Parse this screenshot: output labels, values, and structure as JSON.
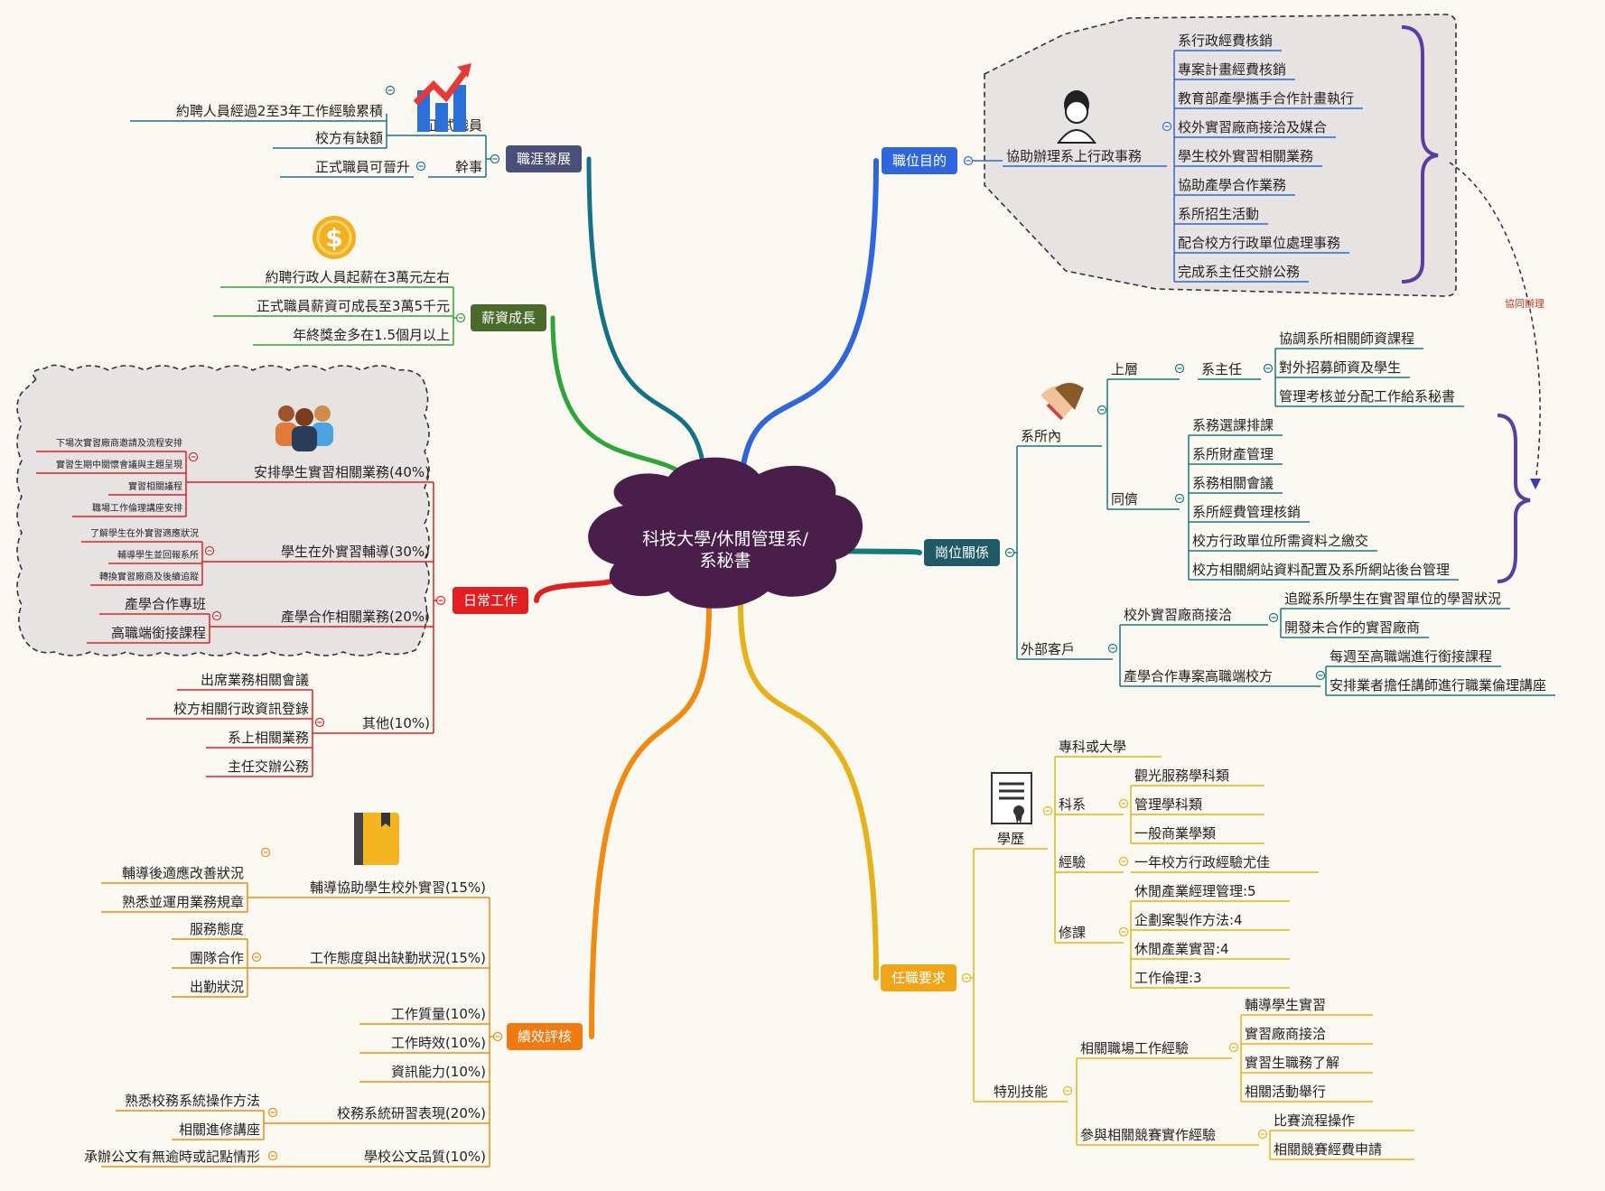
{
  "center": "科技大學/休閒管理系/\n系秘書",
  "colors": {
    "career": "#147287",
    "salary": "#2fa43a",
    "daily": "#e02020",
    "eval": "#ef8a12",
    "purpose": "#2f66dd",
    "relation": "#147a7a",
    "require": "#e6b21a",
    "center_fill": "#4a1e4a"
  },
  "branches": {
    "career": {
      "label": "職涯發展",
      "children": {
        "zhengshi": "正式職員",
        "zhengshi_items": [
          "約聘人員經過2至3年工作經驗累積",
          "校方有缺額"
        ],
        "ganshi": "幹事",
        "ganshi_items": [
          "正式職員可晉升"
        ]
      }
    },
    "salary": {
      "label": "薪資成長",
      "items": [
        "約聘行政人員起薪在3萬元左右",
        "正式職員薪資可成長至3萬5千元",
        "年終獎金多在1.5個月以上"
      ]
    },
    "daily": {
      "label": "日常工作",
      "intern": "安排學生實習相關業務(40%)",
      "intern_items": [
        "下場次實習廠商邀請及流程安排",
        "實習生期中關懷會議與主題呈現",
        "實習相關議程",
        "職場工作倫理講座安排"
      ],
      "outside": "學生在外實習輔導(30%)",
      "outside_items": [
        "了解學生在外實習適應狀況",
        "輔導學生並回報系所",
        "轉換實習廠商及後續追蹤"
      ],
      "coop": "產學合作相關業務(20%)",
      "coop_items": [
        "產學合作專班",
        "高職端銜接課程"
      ],
      "other": "其他(10%)",
      "other_items": [
        "出席業務相關會議",
        "校方相關行政資訊登錄",
        "系上相關業務",
        "主任交辦公務"
      ]
    },
    "eval": {
      "label": "績效評核",
      "items": [
        {
          "label": "輔導協助學生校外實習(15%)",
          "sub": [
            "輔導後適應改善狀況",
            "熟悉並運用業務規章"
          ]
        },
        {
          "label": "工作態度與出缺勤狀況(15%)",
          "sub": [
            "服務態度",
            "團隊合作",
            "出勤狀況"
          ]
        },
        {
          "label": "工作質量(10%)",
          "sub": []
        },
        {
          "label": "工作時效(10%)",
          "sub": []
        },
        {
          "label": "資訊能力(10%)",
          "sub": []
        },
        {
          "label": "校務系統研習表現(20%)",
          "sub": [
            "熟悉校務系統操作方法",
            "相關進修講座"
          ]
        },
        {
          "label": "學校公文品質(10%)",
          "sub": [
            "承辦公文有無逾時或記點情形"
          ]
        }
      ]
    },
    "purpose": {
      "label": "職位目的",
      "node": "協助辦理系上行政事務",
      "items": [
        "系行政經費核銷",
        "專案計畫經費核銷",
        "教育部產學攜手合作計畫執行",
        "校外實習廠商接洽及媒合",
        "學生校外實習相關業務",
        "協助產學合作業務",
        "系所招生活動",
        "配合校方行政單位處理事務",
        "完成系主任交辦公務"
      ]
    },
    "relation": {
      "label": "崗位關係",
      "inner": "系所內",
      "upper": "上層",
      "director": "系主任",
      "director_items": [
        "協調系所相關師資課程",
        "對外招募師資及學生",
        "管理考核並分配工作給系秘書"
      ],
      "peer": "同儕",
      "peer_items": [
        "系務選課排課",
        "系所財產管理",
        "系務相關會議",
        "系所經費管理核銷",
        "校方行政單位所需資料之繳交",
        "校方相關網站資料配置及系所網站後台管理"
      ],
      "external": "外部客戶",
      "vendor": "校外實習廠商接洽",
      "vendor_items": [
        "追蹤系所學生在實習單位的學習狀況",
        "開發未合作的實習廠商"
      ],
      "hs": "產學合作專案高職端校方",
      "hs_items": [
        "每週至高職端進行銜接課程",
        "安排業者擔任講師進行職業倫理講座"
      ]
    },
    "require": {
      "label": "任職要求",
      "edu": "學歷",
      "degree": "專科或大學",
      "dept": "科系",
      "dept_items": [
        "觀光服務學科類",
        "管理學科類",
        "一般商業學類"
      ],
      "exp": "經驗",
      "exp_items": [
        "一年校方行政經驗尤佳"
      ],
      "course": "修課",
      "course_items": [
        "休閒產業經理管理:5",
        "企劃案製作方法:4",
        "休閒產業實習:4",
        "工作倫理:3"
      ],
      "skill": "特別技能",
      "job": "相關職場工作經驗",
      "job_items": [
        "輔導學生實習",
        "實習廠商接洽",
        "實習生職務了解",
        "相關活動舉行"
      ],
      "comp": "參與相關競賽實作經驗",
      "comp_items": [
        "比賽流程操作",
        "相關競賽經費申請"
      ]
    }
  },
  "relationship_label": "協同辦理"
}
